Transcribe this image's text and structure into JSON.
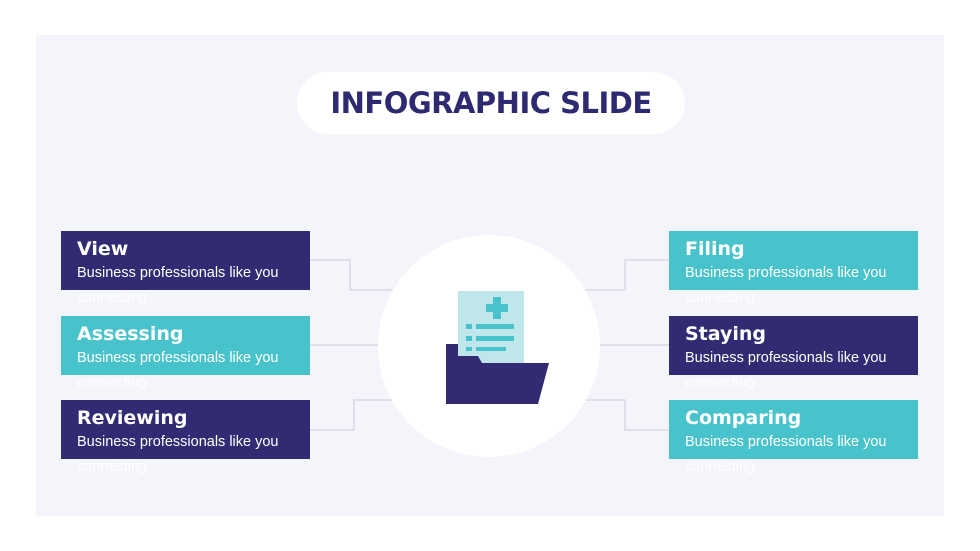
{
  "title": "INFOGRAPHIC SLIDE",
  "colors": {
    "dark": "#322b73",
    "teal": "#49c3cb",
    "title": "#2e2a72",
    "background": "#f4f5fb"
  },
  "center_icon": "medical-folder-icon",
  "items": [
    {
      "title": "View",
      "desc": "Business professionals like you connecting.",
      "color": "dark"
    },
    {
      "title": "Assessing",
      "desc": "Business professionals like you connecting.",
      "color": "teal"
    },
    {
      "title": "Reviewing",
      "desc": "Business professionals like you connecting.",
      "color": "dark"
    },
    {
      "title": "Filing",
      "desc": "Business professionals like you connecting.",
      "color": "teal"
    },
    {
      "title": "Staying",
      "desc": "Business professionals like you connecting.",
      "color": "dark"
    },
    {
      "title": "Comparing",
      "desc": "Business professionals like you connecting.",
      "color": "teal"
    }
  ]
}
